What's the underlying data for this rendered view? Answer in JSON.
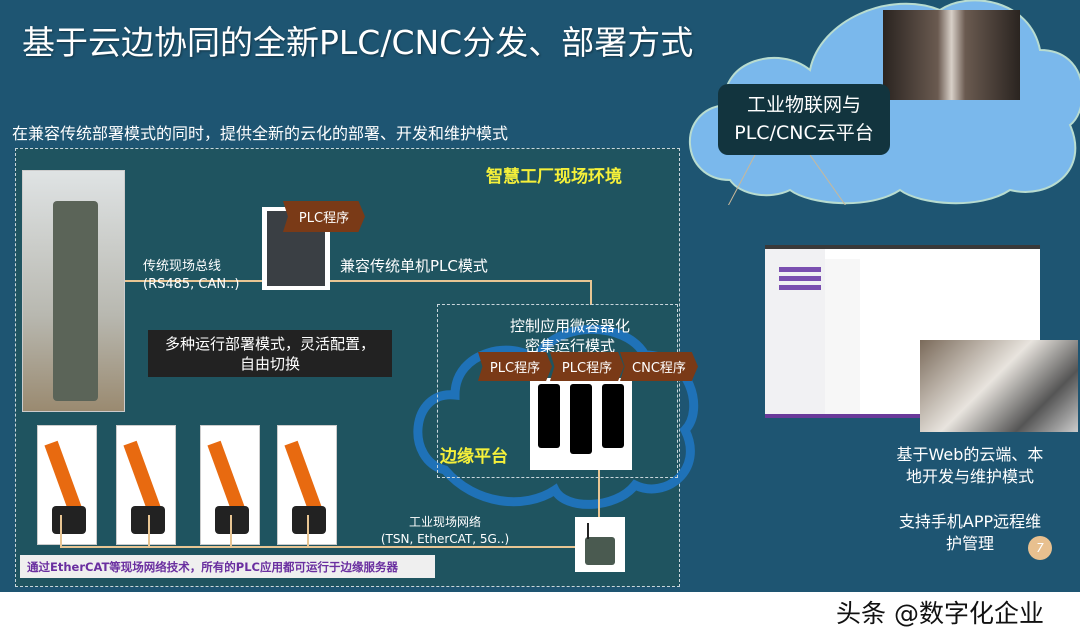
{
  "title": "基于云边协同的全新PLC/CNC分发、部署方式",
  "subtitle": "在兼容传统部署模式的同时，提供全新的云化的部署、开发和维护模式",
  "factory_label": "智慧工厂现场环境",
  "fieldbus": {
    "line1": "传统现场总线",
    "line2": "(RS485, CAN..)"
  },
  "plc_tag": "PLC程序",
  "legacy_mode": "兼容传统单机PLC模式",
  "flex_box": {
    "line1": "多种运行部署模式，灵活配置，",
    "line2": "自由切换"
  },
  "container": {
    "line1": "控制应用微容器化",
    "line2": "密集运行模式"
  },
  "edge_tags": [
    "PLC程序",
    "PLC程序",
    "CNC程序"
  ],
  "edge_label": "边缘平台",
  "network": {
    "line1": "工业现场网络",
    "line2": "(TSN, EtherCAT, 5G..)"
  },
  "ethercat_note": "通过EtherCAT等现场网络技术，所有的PLC应用都可运行于边缘服务器",
  "cloud_box": {
    "line1": "工业物联网与",
    "line2": "PLC/CNC云平台"
  },
  "web_mode": {
    "line1": "基于Web的云端、本",
    "line2": "地开发与维护模式"
  },
  "app_mode": {
    "line1": "支持手机APP远程维",
    "line2": "护管理"
  },
  "page_number": "7",
  "watermark": "头条 @数字化企业",
  "colors": {
    "slide_bg": "#1e5572",
    "tag": "#7a3a17",
    "yellow": "#f5f03a",
    "cloud": "#7ab8ec"
  }
}
